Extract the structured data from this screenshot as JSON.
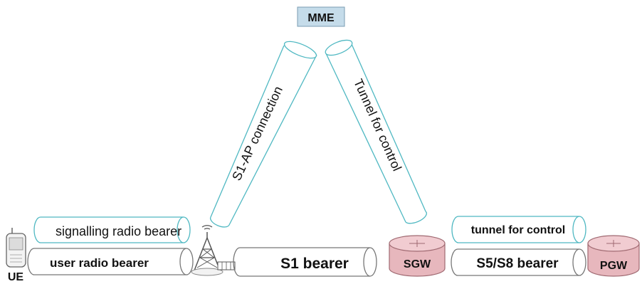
{
  "nodes": {
    "mme": "MME",
    "ue": "UE",
    "sgw": "SGW",
    "pgw": "PGW"
  },
  "tunnels": {
    "s1ap": "S1-AP connection",
    "mme_sgw": "Tunnel for control",
    "signalling_radio": "signalling radio bearer",
    "user_radio": "user radio bearer",
    "s1_bearer": "S1 bearer",
    "sgw_pgw_control": "tunnel for control",
    "s5s8_bearer": "S5/S8 bearer"
  },
  "colors": {
    "tunnel_outline": "#4fb8c2",
    "bearer_outline": "#777777",
    "mme_fill": "#c5dcea",
    "gateway_fill": "#e7b7bd",
    "gateway_outline": "#a06a72"
  }
}
